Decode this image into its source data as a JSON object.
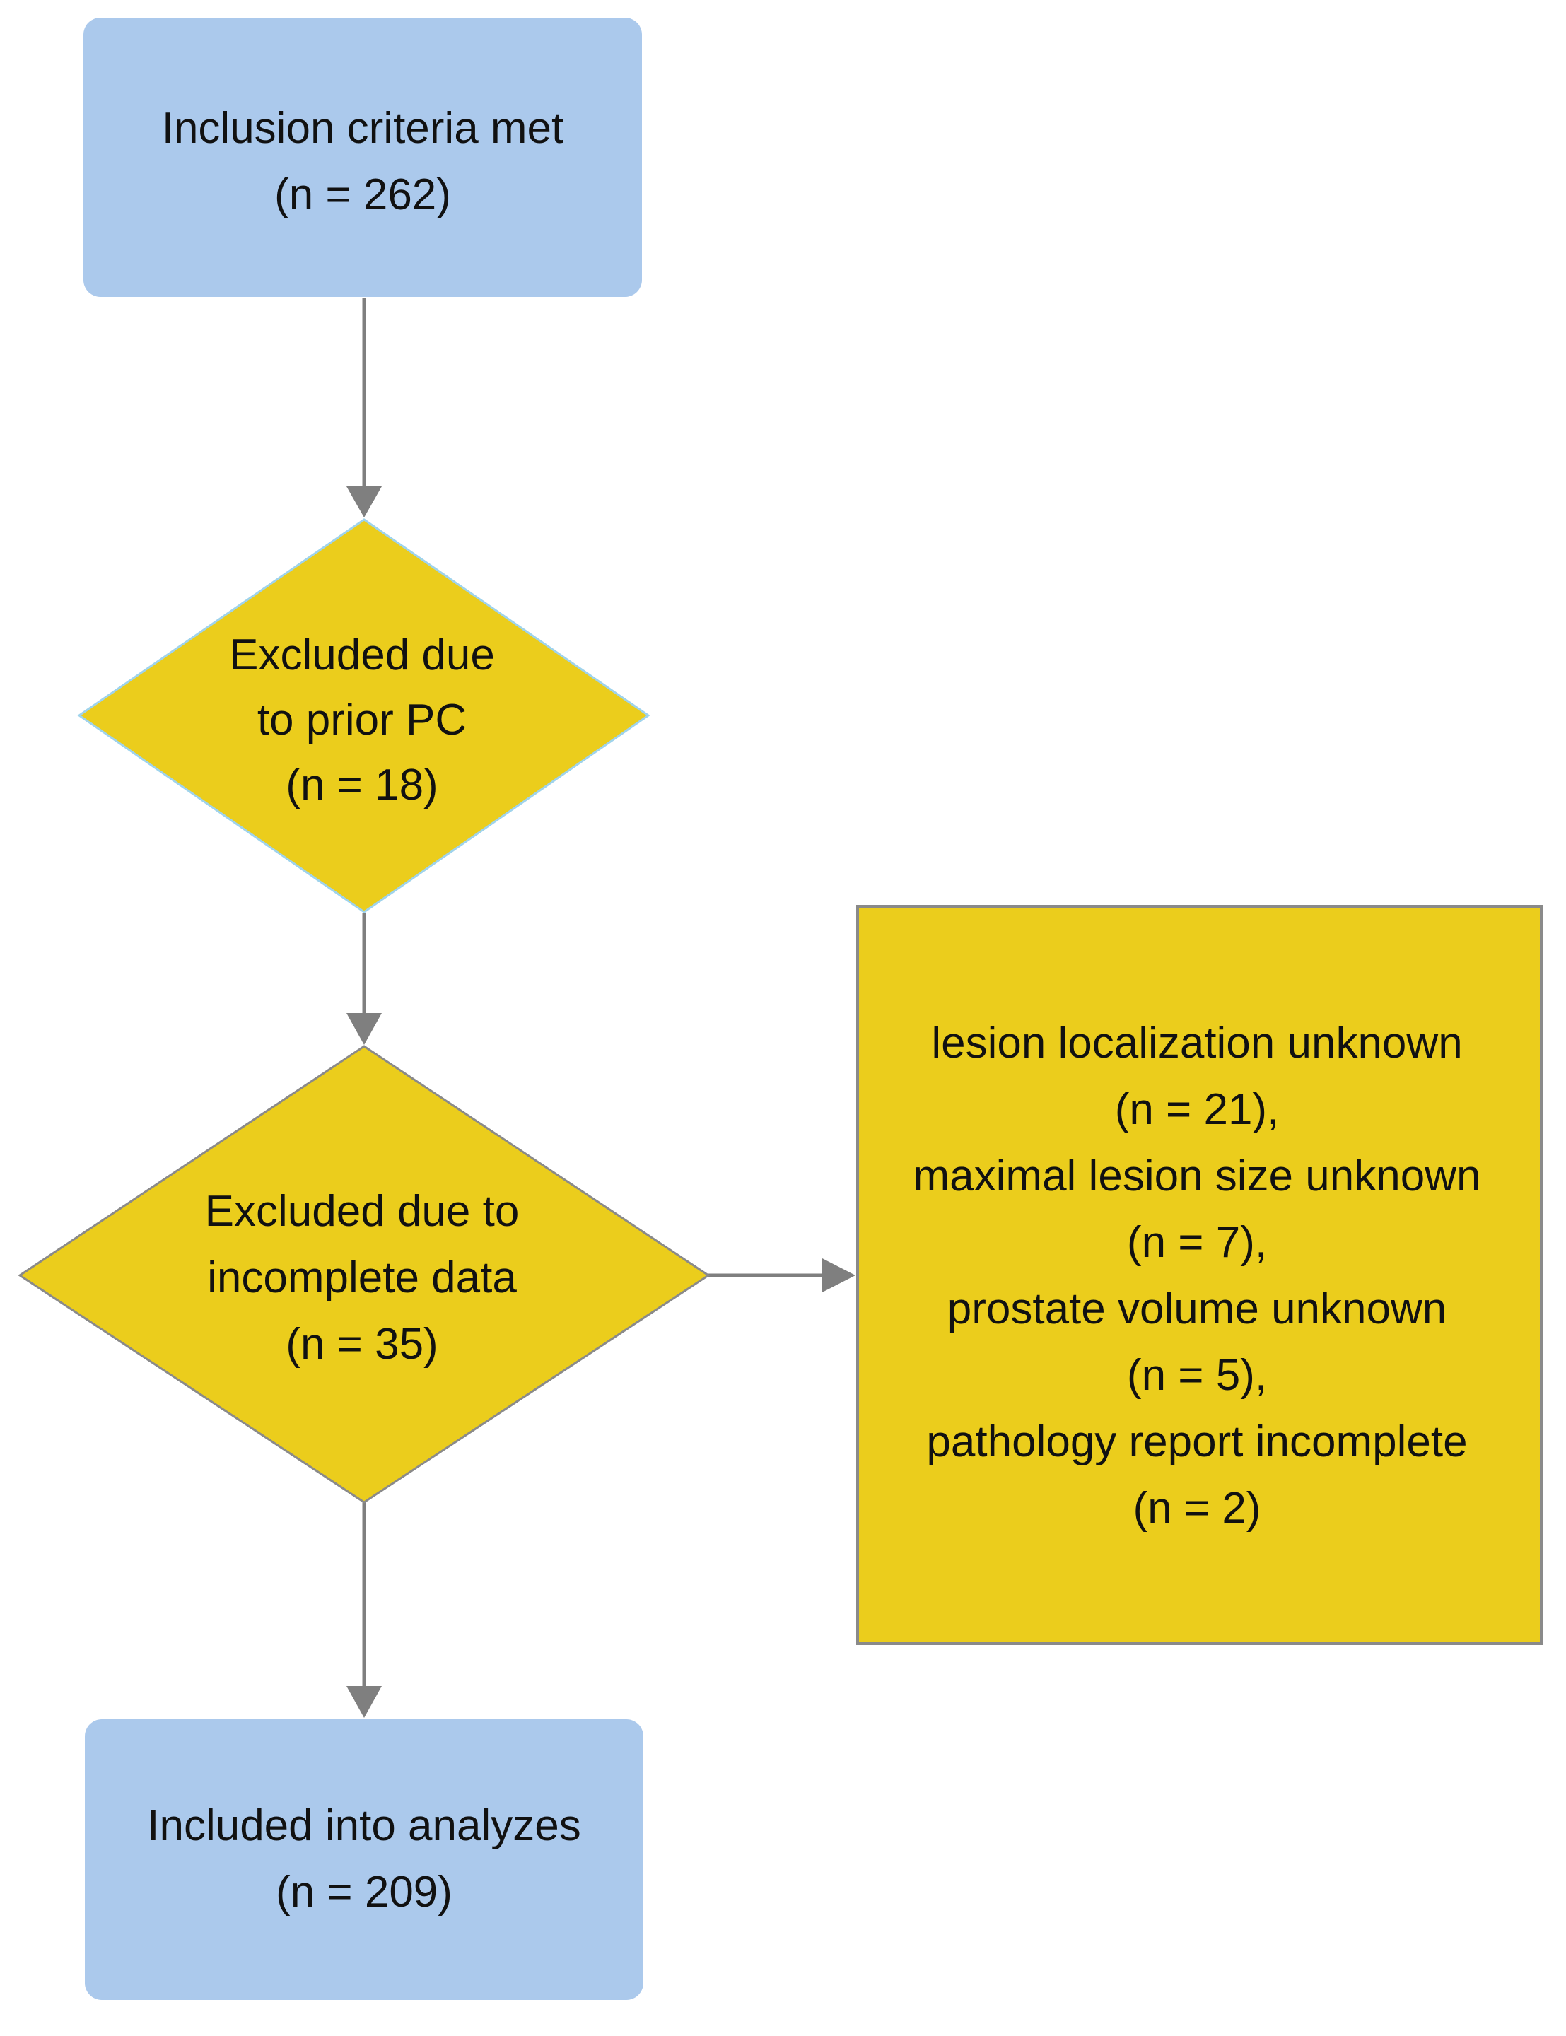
{
  "colors": {
    "terminal_fill": "#abc9ec",
    "decision_fill": "#ebcd1c",
    "decision_stroke": "#8a8a8a",
    "connector": "#7f7f7f",
    "text": "#111111"
  },
  "nodes": {
    "inclusion": {
      "lines": [
        "Inclusion criteria met",
        "(n = 262)"
      ]
    },
    "excluded_prior_pc": {
      "lines": [
        "Excluded due",
        "to prior PC",
        "(n = 18)"
      ]
    },
    "excluded_incomplete": {
      "lines": [
        "Excluded due to",
        "incomplete data",
        "(n = 35)"
      ]
    },
    "incomplete_details": {
      "lines": [
        "lesion localization unknown",
        "(n = 21),",
        "maximal lesion size unknown",
        "(n = 7),",
        "prostate volume unknown",
        "(n = 5),",
        "pathology report incomplete",
        "(n = 2)"
      ]
    },
    "included": {
      "lines": [
        "Included into analyzes",
        "(n = 209)"
      ]
    }
  }
}
